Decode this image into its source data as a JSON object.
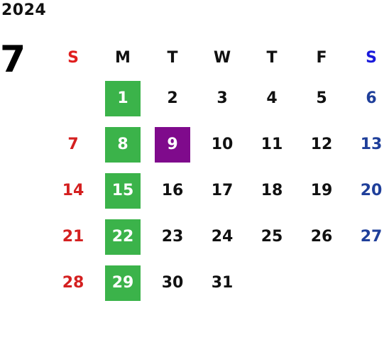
{
  "year": "2024",
  "month": "7",
  "weekday_headers": [
    "S",
    "M",
    "T",
    "W",
    "T",
    "F",
    "S"
  ],
  "weeks": [
    [
      "",
      "1",
      "2",
      "3",
      "4",
      "5",
      "6"
    ],
    [
      "7",
      "8",
      "9",
      "10",
      "11",
      "12",
      "13"
    ],
    [
      "14",
      "15",
      "16",
      "17",
      "18",
      "19",
      "20"
    ],
    [
      "21",
      "22",
      "23",
      "24",
      "25",
      "26",
      "27"
    ],
    [
      "28",
      "29",
      "30",
      "31",
      "",
      "",
      ""
    ]
  ],
  "highlights": {
    "green_days": [
      "1",
      "8",
      "15",
      "22",
      "29"
    ],
    "purple_days": [
      "9"
    ]
  },
  "colors": {
    "sunday": "#d42020",
    "saturday": "#1f3f9a",
    "header_sunday": "#e01e1e",
    "header_saturday": "#1a1adb",
    "green_highlight": "#3bb34a",
    "purple_highlight": "#7f0a8c"
  }
}
